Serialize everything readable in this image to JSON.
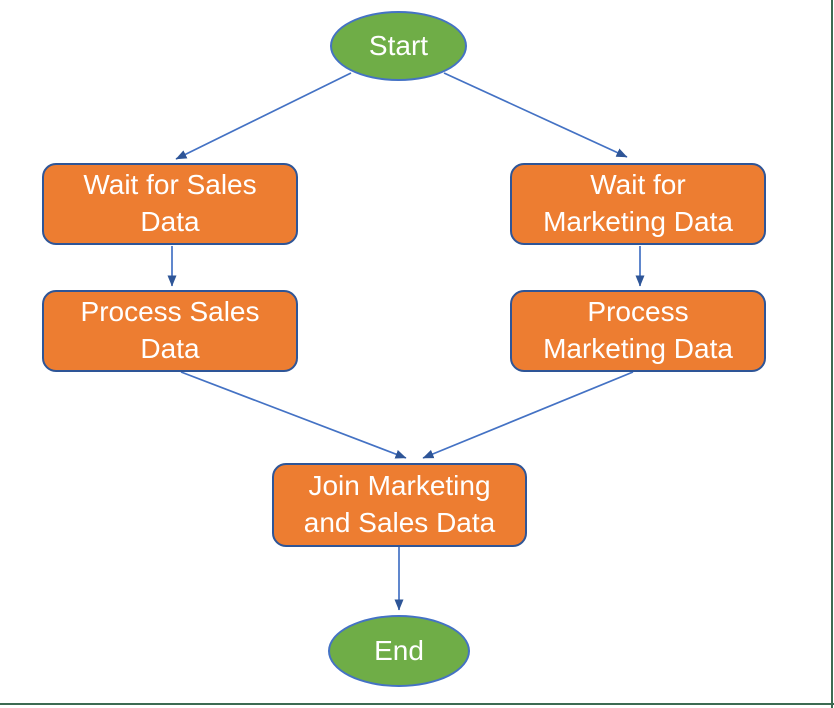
{
  "diagram": {
    "type": "flowchart",
    "nodes": [
      {
        "id": "start",
        "shape": "terminator",
        "label": "Start",
        "lines": [
          "Start"
        ]
      },
      {
        "id": "wait-sales",
        "shape": "process",
        "label": "Wait for Sales Data",
        "lines": [
          "Wait for Sales",
          "Data"
        ]
      },
      {
        "id": "wait-marketing",
        "shape": "process",
        "label": "Wait for Marketing Data",
        "lines": [
          "Wait for",
          "Marketing Data"
        ]
      },
      {
        "id": "process-sales",
        "shape": "process",
        "label": "Process Sales Data",
        "lines": [
          "Process Sales",
          "Data"
        ]
      },
      {
        "id": "process-marketing",
        "shape": "process",
        "label": "Process Marketing Data",
        "lines": [
          "Process",
          "Marketing Data"
        ]
      },
      {
        "id": "join",
        "shape": "process",
        "label": "Join Marketing and Sales Data",
        "lines": [
          "Join Marketing",
          "and Sales Data"
        ]
      },
      {
        "id": "end",
        "shape": "terminator",
        "label": "End",
        "lines": [
          "End"
        ]
      }
    ],
    "edges": [
      {
        "from": "start",
        "to": "wait-sales"
      },
      {
        "from": "start",
        "to": "wait-marketing"
      },
      {
        "from": "wait-sales",
        "to": "process-sales"
      },
      {
        "from": "wait-marketing",
        "to": "process-marketing"
      },
      {
        "from": "process-sales",
        "to": "join"
      },
      {
        "from": "process-marketing",
        "to": "join"
      },
      {
        "from": "join",
        "to": "end"
      }
    ],
    "colors": {
      "process_fill": "#ED7D31",
      "process_border": "#2E5597",
      "terminator_fill": "#6FAD47",
      "terminator_border": "#4472C4",
      "connector_line": "#4472C4",
      "connector_head": "#2E5597",
      "text": "#FFFFFF",
      "frame_line": "#3C6B52",
      "background": "#FFFFFF"
    }
  }
}
